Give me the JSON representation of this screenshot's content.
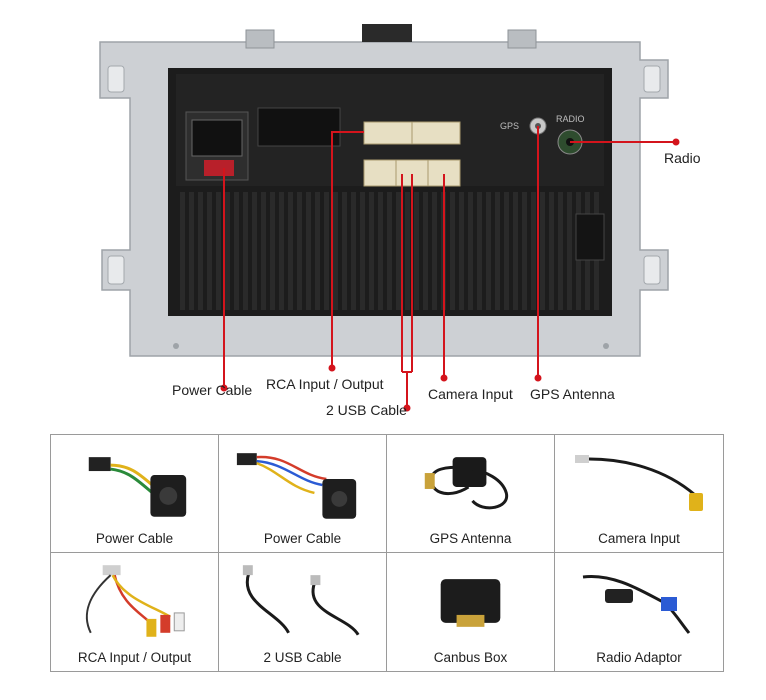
{
  "callouts": {
    "radio": "Radio",
    "power_cable": "Power Cable",
    "rca_io": "RCA Input / Output",
    "usb": "2 USB Cable",
    "camera": "Camera Input",
    "gps": "GPS Antenna"
  },
  "unit_labels": {
    "gps": "GPS",
    "radio": "RADIO"
  },
  "accessories": [
    {
      "label": "Power Cable",
      "icon": "power-harness-icon"
    },
    {
      "label": "Power Cable",
      "icon": "power-harness-wired-icon"
    },
    {
      "label": "GPS Antenna",
      "icon": "gps-antenna-icon"
    },
    {
      "label": "Camera Input",
      "icon": "camera-input-cable-icon"
    },
    {
      "label": "RCA Input / Output",
      "icon": "rca-cable-icon"
    },
    {
      "label": "2 USB Cable",
      "icon": "usb-cable-icon"
    },
    {
      "label": "Canbus Box",
      "icon": "canbus-box-icon"
    },
    {
      "label": "Radio Adaptor",
      "icon": "radio-adaptor-icon"
    }
  ],
  "colors": {
    "callout_line": "#d4141c",
    "frame": "#c9ccd0",
    "unit_body": "#1c1c1c"
  }
}
